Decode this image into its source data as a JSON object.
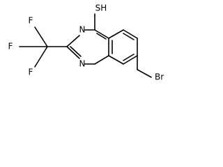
{
  "molecule": {
    "atoms": {
      "sh": "SH",
      "n_top": "N",
      "n_bottom": "N",
      "br": "Br",
      "f_top": "F",
      "f_left": "F",
      "f_bottom": "F"
    }
  }
}
